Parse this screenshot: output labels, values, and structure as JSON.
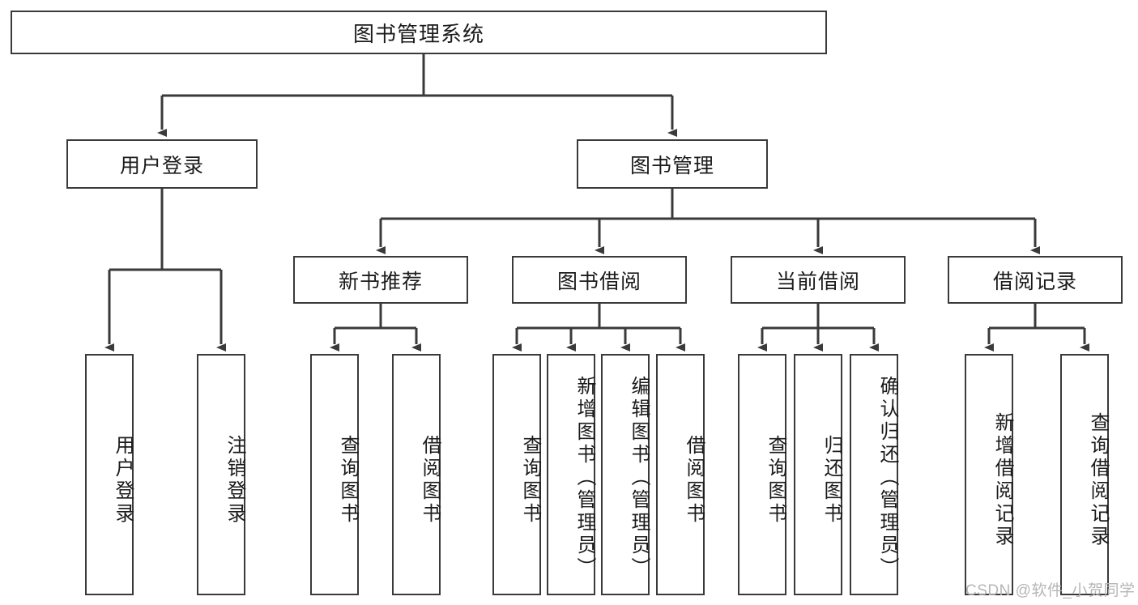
{
  "diagram": {
    "title": "图书管理系统",
    "root": {
      "label": "图书管理系统"
    },
    "level1": [
      {
        "label": "用户登录"
      },
      {
        "label": "图书管理"
      }
    ],
    "level2": [
      {
        "label": "新书推荐"
      },
      {
        "label": "图书借阅"
      },
      {
        "label": "当前借阅"
      },
      {
        "label": "借阅记录"
      }
    ],
    "leaves": {
      "user_login": [
        {
          "label": "用户登录"
        },
        {
          "label": "注销登录"
        }
      ],
      "new_book_recommend": [
        {
          "label": "查询图书"
        },
        {
          "label": "借阅图书"
        }
      ],
      "book_borrow": [
        {
          "label": "查询图书"
        },
        {
          "label": "新增图书（管理员）"
        },
        {
          "label": "编辑图书（管理员）"
        },
        {
          "label": "借阅图书"
        }
      ],
      "current_borrow": [
        {
          "label": "查询图书"
        },
        {
          "label": "归还图书"
        },
        {
          "label": "确认归还（管理员）"
        }
      ],
      "borrow_record": [
        {
          "label": "新增借阅记录"
        },
        {
          "label": "查询借阅记录"
        }
      ]
    }
  },
  "watermark": {
    "text": "CSDN @软件_小贺同学"
  },
  "colors": {
    "stroke": "#3a3a3a",
    "box_fill": "#ffffff",
    "text": "#1b1b1b",
    "watermark": "#b6b6b6"
  }
}
